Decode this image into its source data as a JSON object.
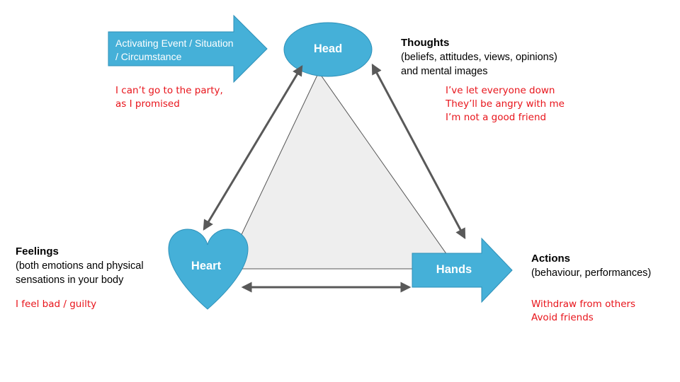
{
  "activating_event": {
    "label_line1": "Activating Event / Situation",
    "label_line2": "/ Circumstance",
    "example_line1": "I can’t go to the party,",
    "example_line2": "as I promised"
  },
  "head": {
    "label": "Head",
    "title": "Thoughts",
    "desc_line1": "(beliefs, attitudes, views, opinions)",
    "desc_line2": "and mental images",
    "example_line1": "I’ve let everyone down",
    "example_line2": "They’ll be angry with me",
    "example_line3": "I’m not a good friend"
  },
  "heart": {
    "label": "Heart",
    "title": "Feelings",
    "desc_line1": "(both emotions and physical",
    "desc_line2": "sensations in your body",
    "example_line1": "I feel bad / guilty"
  },
  "hands": {
    "label": "Hands",
    "title": "Actions",
    "desc_line1": "(behaviour, performances)",
    "example_line1": "Withdraw from others",
    "example_line2": "Avoid friends"
  },
  "colors": {
    "shape_fill": "#45b0d8",
    "triangle_fill": "#eeeeee",
    "arrow_stroke": "#595959",
    "example_text": "#e8141b"
  }
}
